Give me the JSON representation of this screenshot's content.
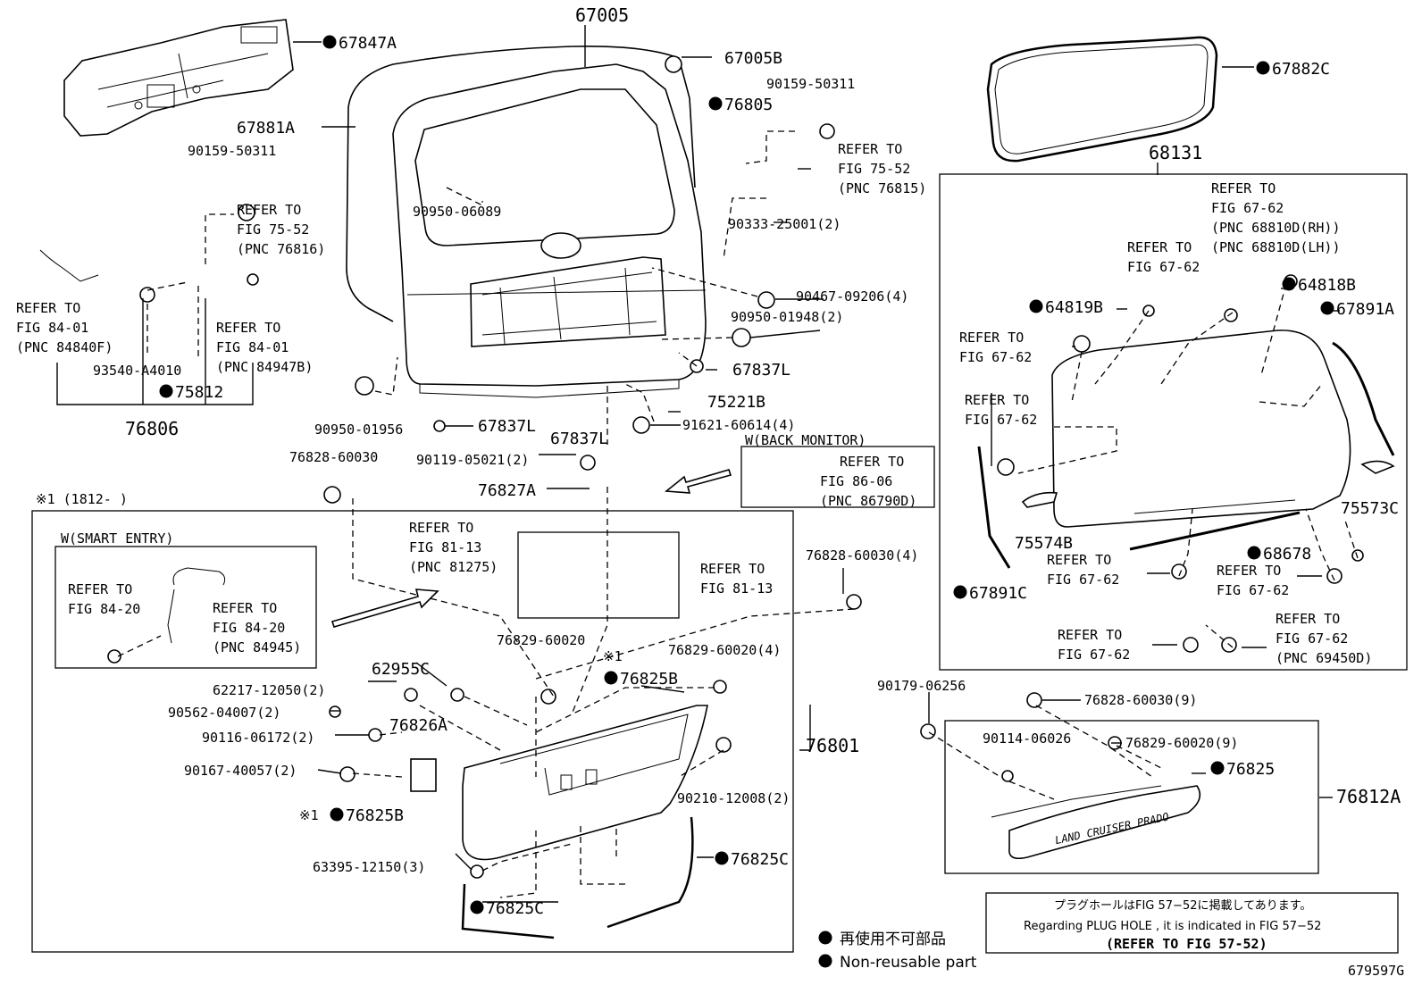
{
  "parts": {
    "p67005": "67005",
    "p67847A": "67847A",
    "p67005B": "67005B",
    "p67882C": "67882C",
    "p90159a": "90159-50311",
    "p76805": "76805",
    "p67881A": "67881A",
    "p90159b": "90159-50311",
    "p90950_06089": "90950-06089",
    "p90333": "90333-25001(2)",
    "p68131": "68131",
    "p90467": "90467-09206(4)",
    "p90950_01948": "90950-01948(2)",
    "p64818B": "64818B",
    "p64819B": "64819B",
    "p67891A": "67891A",
    "p93540": "93540-A4010",
    "p75812": "75812",
    "p67837L_a": "67837L",
    "p75221B": "75221B",
    "p91621": "91621-60614(4)",
    "p76806": "76806",
    "p90950_01956": "90950-01956",
    "p67837L_b": "67837L",
    "p67837L_c": "67837L",
    "p76828a": "76828-60030",
    "p90119": "90119-05021(2)",
    "p76827A": "76827A",
    "p75573C": "75573C",
    "p75574B": "75574B",
    "p68678": "68678",
    "p67891C": "67891C",
    "p76828b": "76828-60030(4)",
    "p76829a": "76829-60020",
    "p76829b": "76829-60020(4)",
    "p62955C": "62955C",
    "p62217": "62217-12050(2)",
    "p90562": "90562-04007(2)",
    "p76826A": "76826A",
    "p90116": "90116-06172(2)",
    "p90167": "90167-40057(2)",
    "p76825B_a": "76825B",
    "p76825B_b": "76825B",
    "p76801": "76801",
    "p90210": "90210-12008(2)",
    "p90179": "90179-06256",
    "p76828c": "76828-60030(9)",
    "p90114": "90114-06026",
    "p76829c": "76829-60020(9)",
    "p76825": "76825",
    "p76812A": "76812A",
    "p76825C_a": "76825C",
    "p63395": "63395-12150(3)",
    "p76825C_b": "76825C"
  },
  "refs": {
    "r1": [
      "REFER TO",
      "FIG 75-52",
      "(PNC 76816)"
    ],
    "r2": [
      "REFER TO",
      "FIG 75-52",
      "(PNC 76815)"
    ],
    "r3": [
      "REFER TO",
      "FIG 84-01",
      "(PNC 84840F)"
    ],
    "r4": [
      "REFER TO",
      "FIG 84-01",
      "(PNC 84947B)"
    ],
    "r5": [
      "REFER TO",
      "FIG 67-62",
      "(PNC 68810D(RH))",
      "(PNC 68810D(LH))"
    ],
    "r6": [
      "REFER TO",
      "FIG 67-62"
    ],
    "r7": [
      "REFER TO",
      "FIG 67-62"
    ],
    "r8": [
      "REFER TO",
      "FIG 67-62"
    ],
    "r9": [
      "REFER TO",
      "FIG 86-06",
      "(PNC 86790D)"
    ],
    "r10": [
      "REFER TO",
      "FIG 81-13",
      "(PNC 81275)"
    ],
    "r11": [
      "REFER TO",
      "FIG 81-13"
    ],
    "r12": [
      "REFER TO",
      "FIG 84-20"
    ],
    "r13": [
      "REFER TO",
      "FIG 84-20",
      "(PNC 84945)"
    ],
    "r14": [
      "REFER TO",
      "FIG 67-62"
    ],
    "r15": [
      "REFER TO",
      "FIG 67-62"
    ],
    "r16": [
      "REFER TO",
      "FIG 67-62"
    ],
    "r17": [
      "REFER TO",
      "FIG 67-62",
      "(PNC 69450D)"
    ]
  },
  "boxes": {
    "back_monitor": "W(BACK MONITOR)",
    "smart_entry": "W(SMART ENTRY)",
    "note1": "※1 (1812-      )",
    "mark1_a": "※1",
    "mark1_b": "※1"
  },
  "legend": {
    "jp": "再使用不可部品",
    "en": "Non-reusable part"
  },
  "note": {
    "line1": "プラグホールはFIG 57−52に掲載してあります。",
    "line2": "Regarding  PLUG  HOLE , it is indicated in  FIG  57−52",
    "line3": "(REFER TO FIG 57-52)"
  },
  "garnish_text": "LAND CRUISER PRADO",
  "figure_id": "679597G"
}
